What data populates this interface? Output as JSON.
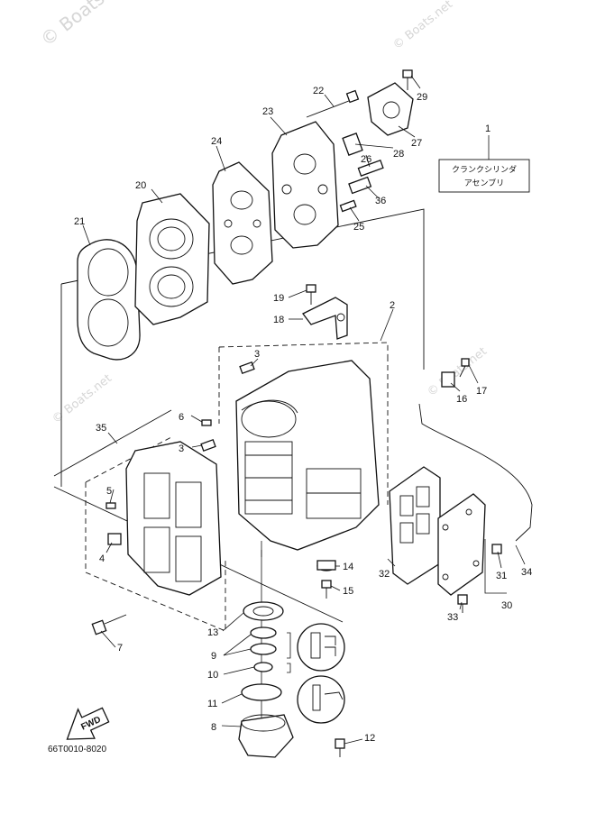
{
  "watermarks": [
    "© Boats.net",
    "© Boats.net",
    "© Boats.net",
    "© Boats.net"
  ],
  "assembly_label": {
    "line1": "クランクシリンダ",
    "line2": "アセンブリ"
  },
  "fwd_label": "FWD",
  "diagram_code": "66T0010-8020",
  "callouts": [
    "1",
    "2",
    "3",
    "3",
    "4",
    "5",
    "6",
    "7",
    "8",
    "9",
    "10",
    "11",
    "12",
    "13",
    "14",
    "15",
    "16",
    "17",
    "18",
    "19",
    "20",
    "21",
    "22",
    "23",
    "24",
    "25",
    "26",
    "27",
    "28",
    "29",
    "30",
    "31",
    "32",
    "33",
    "34",
    "35",
    "36"
  ]
}
